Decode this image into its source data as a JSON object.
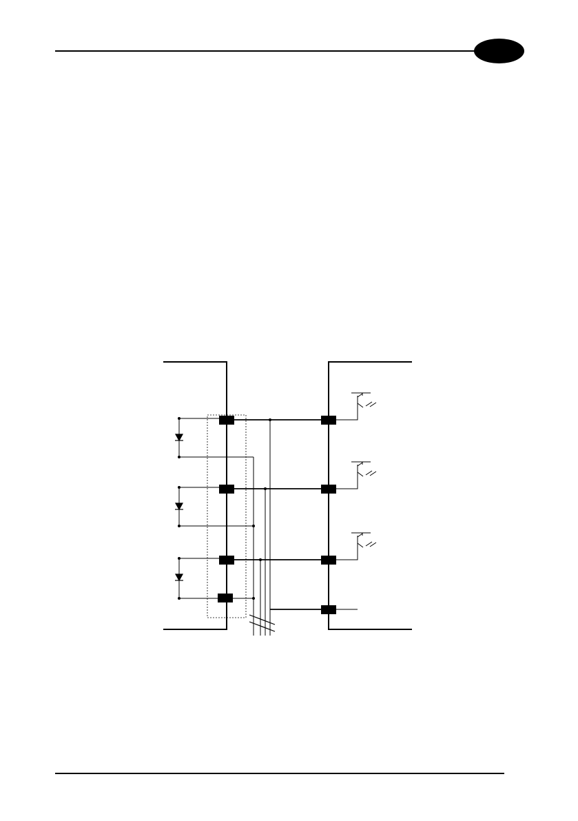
{
  "page": {
    "background": "#ffffff",
    "ink": "#000000"
  },
  "header": {
    "chapter_tab_icon": "black-oval-tab"
  },
  "schematic": {
    "diagram_type": "wiring-diagram",
    "left_block": {
      "inputs": 3,
      "component_icon": "diode-icon"
    },
    "right_block": {
      "outputs": 3,
      "component_icon": "phototransistor-icon"
    },
    "cable_icon": "cable-break-icon"
  }
}
